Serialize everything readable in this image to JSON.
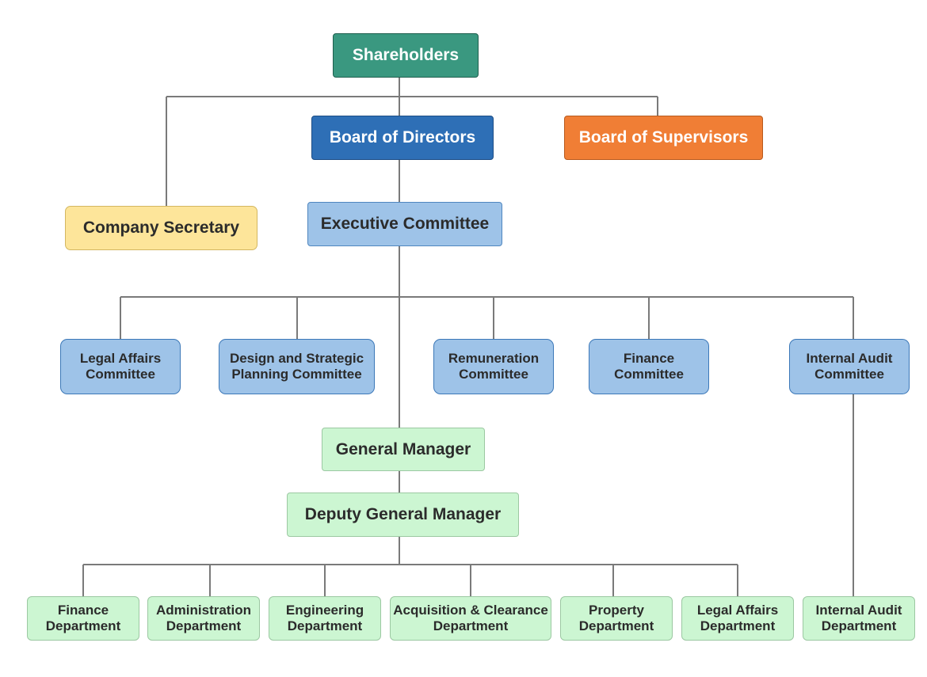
{
  "colors": {
    "top": "#3a9880",
    "board": "#2e6fb6",
    "supervisors": "#f07e35",
    "secretary": "#fde59a",
    "committee": "#9ec3e8",
    "management": "#ccf6d2",
    "connector": "#7a7a7a"
  },
  "nodes": {
    "shareholders": {
      "label": "Shareholders"
    },
    "board_of_directors": {
      "label": "Board of Directors"
    },
    "board_of_supervisors": {
      "label": "Board of Supervisors"
    },
    "company_secretary": {
      "label": "Company Secretary"
    },
    "executive_committee": {
      "label": "Executive Committee"
    },
    "legal_affairs_committee": {
      "label": "Legal Affairs\nCommittee"
    },
    "design_planning_committee": {
      "label": "Design and Strategic\nPlanning Committee"
    },
    "remuneration_committee": {
      "label": "Remuneration\nCommittee"
    },
    "finance_committee": {
      "label": "Finance\nCommittee"
    },
    "internal_audit_committee": {
      "label": "Internal Audit\nCommittee"
    },
    "general_manager": {
      "label": "General Manager"
    },
    "deputy_general_manager": {
      "label": "Deputy General Manager"
    },
    "finance_department": {
      "label": "Finance\nDepartment"
    },
    "administration_department": {
      "label": "Administration\nDepartment"
    },
    "engineering_department": {
      "label": "Engineering\nDepartment"
    },
    "acquisition_department": {
      "label": "Acquisition & Clearance\nDepartment"
    },
    "property_department": {
      "label": "Property\nDepartment"
    },
    "legal_affairs_department": {
      "label": "Legal Affairs\nDepartment"
    },
    "internal_audit_department": {
      "label": "Internal Audit\nDepartment"
    }
  }
}
